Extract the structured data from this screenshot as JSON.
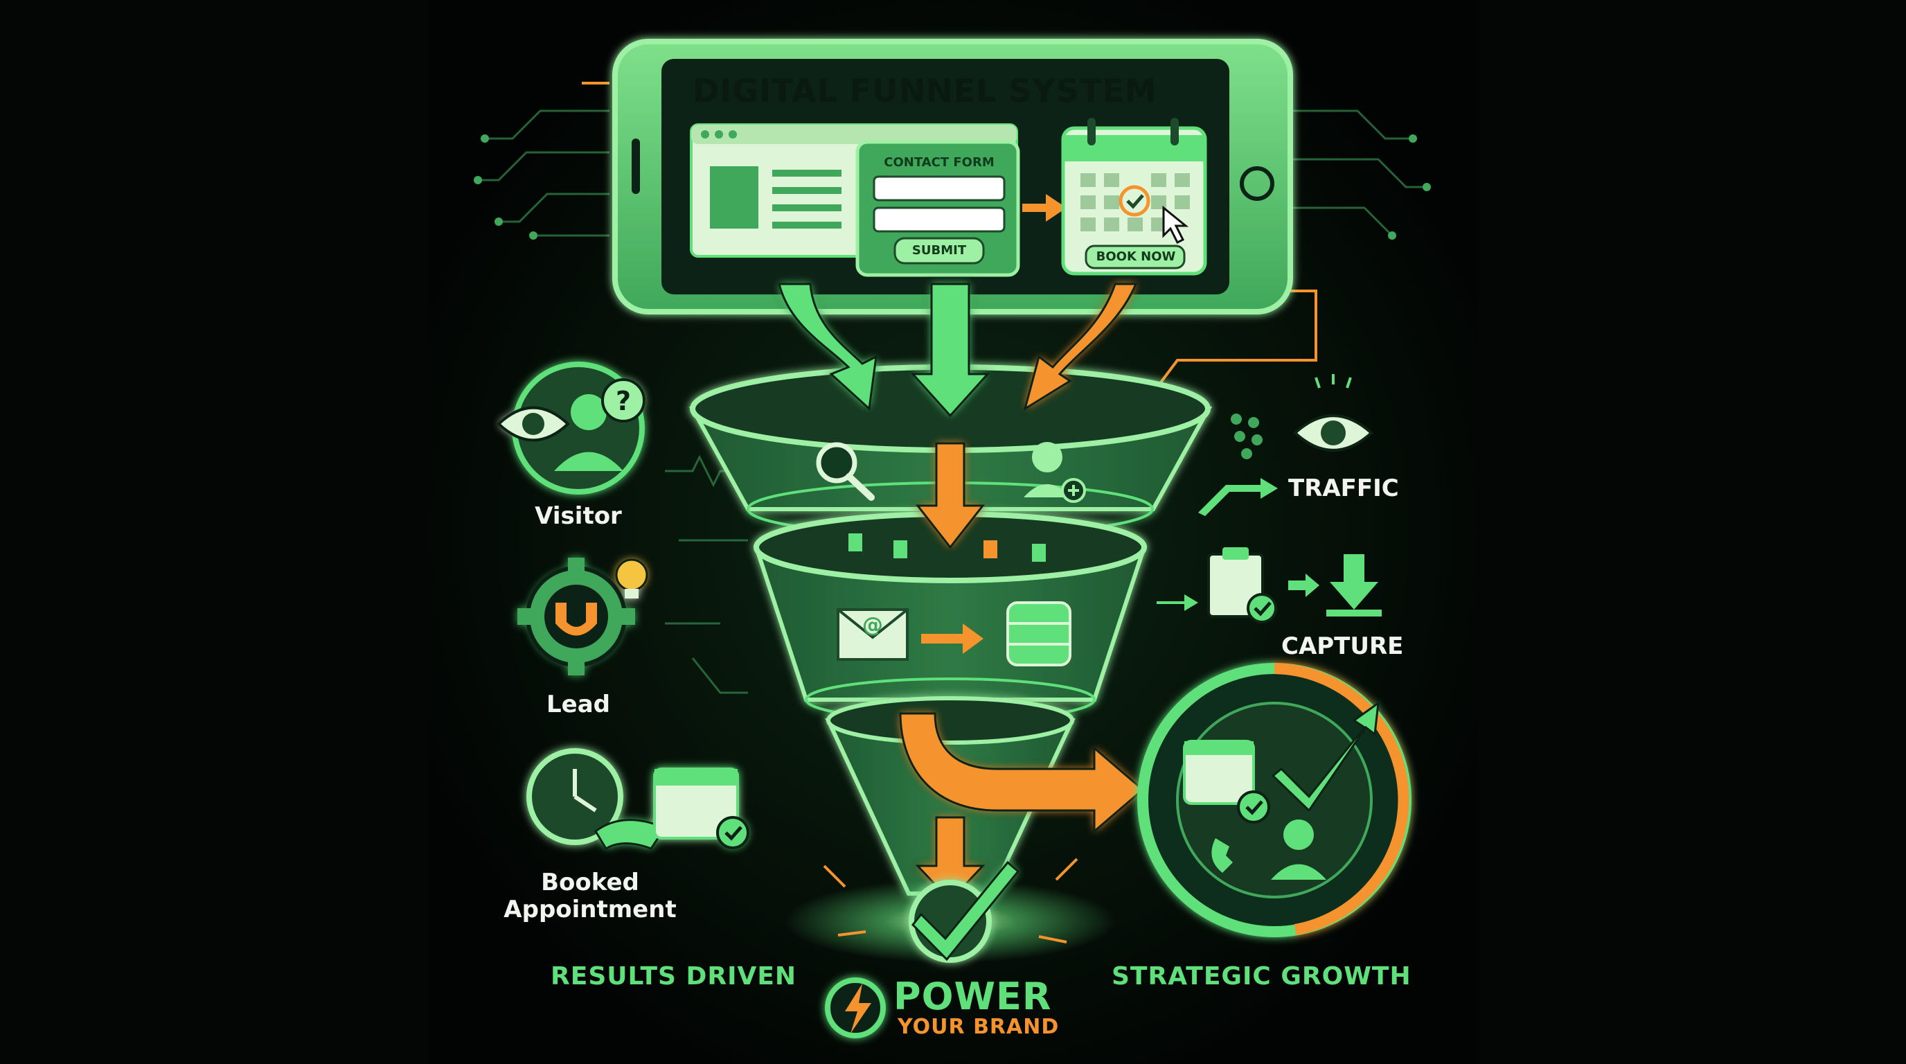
{
  "header": {
    "title": "DIGITAL FUNNEL SYSTEM"
  },
  "phone_screen": {
    "form_title": "CONTACT FORM",
    "submit_label": "SUBMIT",
    "book_label": "BOOK NOW"
  },
  "stages": {
    "visitor": "Visitor",
    "lead": "Lead",
    "booked_line1": "Booked",
    "booked_line2": "Appointment",
    "traffic": "TRAFFIC",
    "capture": "CAPTURE"
  },
  "taglines": {
    "left": "RESULTS DRIVEN",
    "right": "STRATEGIC GROWTH"
  },
  "brand": {
    "main": "POWER",
    "sub": "YOUR BRAND"
  },
  "colors": {
    "background": "#030604",
    "neon_green": "#5fe07a",
    "mint": "#9ef0a4",
    "dark_green": "#0f2f1a",
    "orange": "#f5932d",
    "white_text": "#f2f5ef"
  },
  "icons": [
    "eye-icon",
    "person-icon",
    "question-icon",
    "gear-icon",
    "magnet-icon",
    "lightbulb-icon",
    "clock-icon",
    "handshake-icon",
    "calendar-icon",
    "check-icon",
    "search-icon",
    "add-user-icon",
    "envelope-icon",
    "database-icon",
    "clipboard-icon",
    "download-icon",
    "phone-icon",
    "lightning-icon",
    "cursor-icon"
  ]
}
